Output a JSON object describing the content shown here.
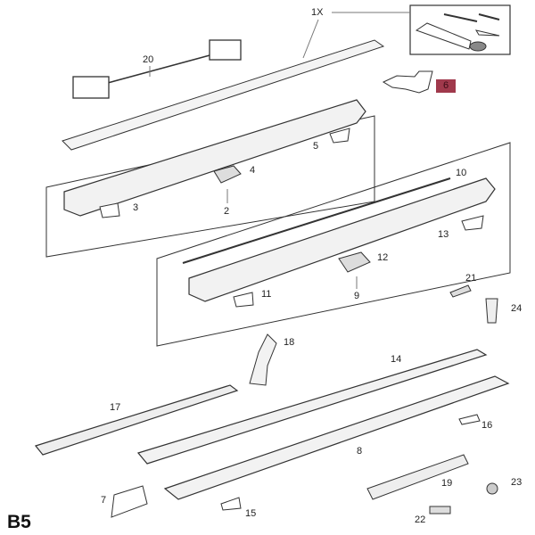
{
  "diagram_code": "B5",
  "highlight_color": "#a0394c",
  "labels": {
    "p1x": "1X",
    "p20": "20",
    "p6": "6",
    "p5": "5",
    "p4": "4",
    "p3": "3",
    "p2": "2",
    "p10": "10",
    "p13": "13",
    "p12": "12",
    "p11": "11",
    "p9": "9",
    "p21": "21",
    "p24": "24",
    "p18": "18",
    "p14": "14",
    "p17": "17",
    "p16": "16",
    "p8": "8",
    "p19": "19",
    "p23": "23",
    "p7": "7",
    "p15": "15",
    "p22": "22"
  }
}
